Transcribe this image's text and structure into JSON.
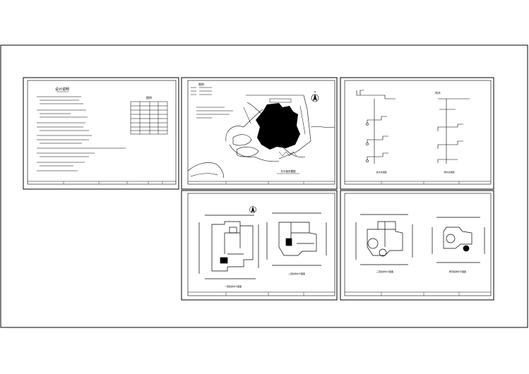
{
  "sheets": [
    {
      "id": "design-notes",
      "title": "设计说明",
      "table_title": "图例"
    },
    {
      "id": "site-plan",
      "legend_title": "图例",
      "caption": "总平面布置图"
    },
    {
      "id": "system-diagram",
      "label": "给水",
      "caption_left": "给水系统图",
      "caption_right": "排水系统图"
    },
    {
      "id": "floor-plans-1",
      "caption_left": "一层给排水平面图",
      "caption_right": "二层给排水平面图"
    },
    {
      "id": "floor-plans-2",
      "caption_left": "三层给排水平面图",
      "caption_right": "屋顶给排水平面图"
    }
  ],
  "north_symbol": "N"
}
